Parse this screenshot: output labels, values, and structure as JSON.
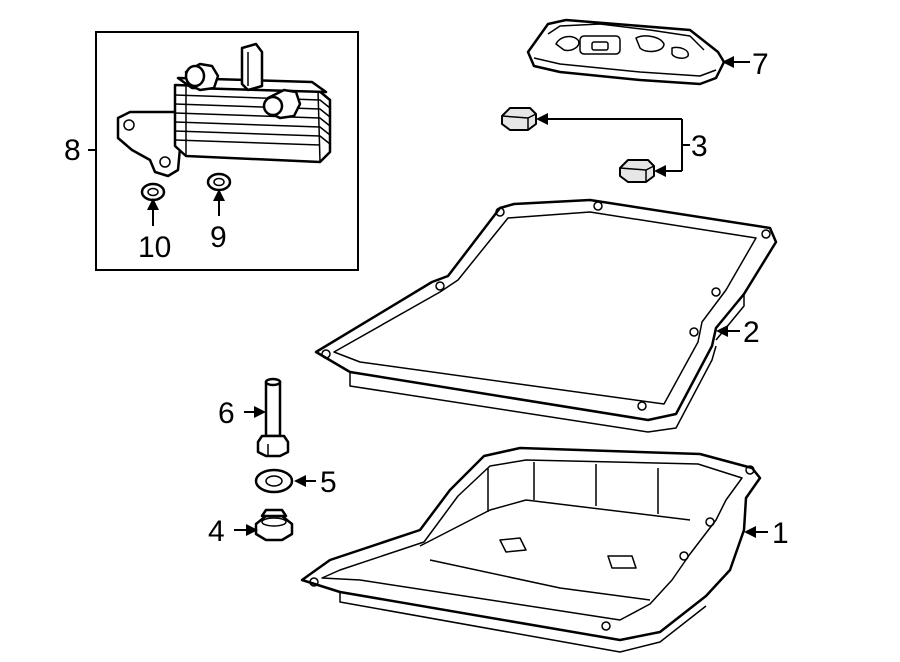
{
  "callouts": {
    "c1": "1",
    "c2": "2",
    "c3": "3",
    "c4": "4",
    "c5": "5",
    "c6": "6",
    "c7": "7",
    "c8": "8",
    "c9": "9",
    "c10": "10"
  },
  "colors": {
    "line": "#000000",
    "background": "#ffffff",
    "fill_shade": "#e6e6e6"
  }
}
